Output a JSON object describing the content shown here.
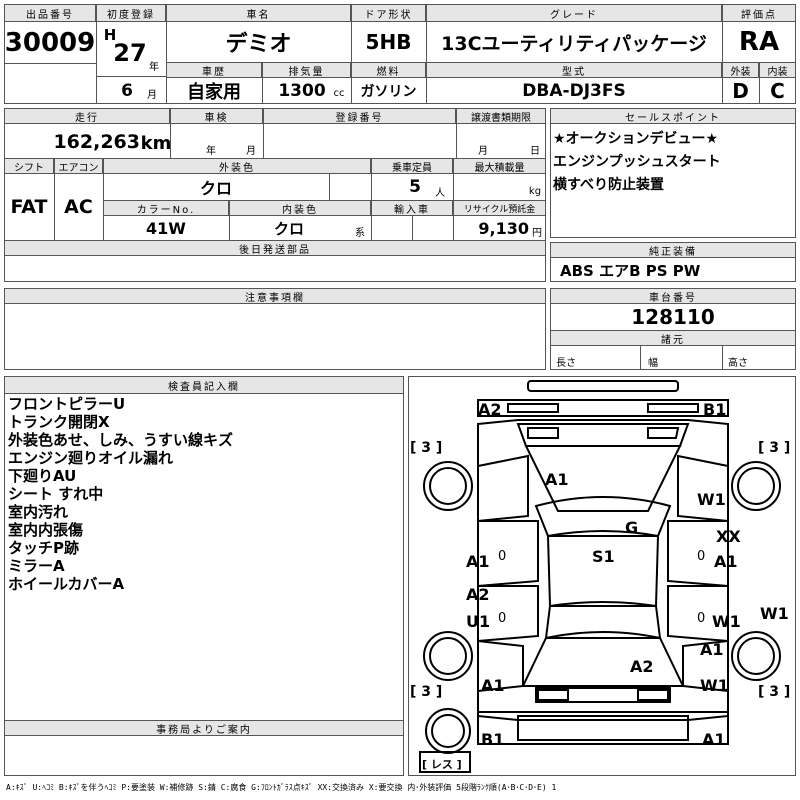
{
  "header": {
    "lot_label": "出品番号",
    "lot": "30009",
    "reg_label": "初度登録",
    "era": "H",
    "year": "27",
    "year_unit": "年",
    "month": "6",
    "month_unit": "月",
    "name_label": "車名",
    "name": "デミオ",
    "door_label": "ドア形状",
    "door": "5HB",
    "grade_label": "グレード",
    "grade": "13Cユーティリティパッケージ",
    "score_label": "評価点",
    "score": "RA",
    "history_label": "車歴",
    "history": "自家用",
    "disp_label": "排気量",
    "disp": "1300",
    "disp_unit": "cc",
    "fuel_label": "燃料",
    "fuel": "ガソリン",
    "model_label": "型式",
    "model": "DBA-DJ3FS",
    "ext_label": "外装",
    "ext": "D",
    "int_label": "内装",
    "int": "C"
  },
  "row2": {
    "mileage_label": "走行",
    "mileage": "162,263",
    "mileage_unit": "km",
    "inspection_label": "車検",
    "insp_year": "年",
    "insp_month": "月",
    "plate_label": "登録番号",
    "transfer_label": "譲渡書類期限",
    "transfer_month": "月",
    "transfer_day": "日",
    "shift_label": "シフト",
    "shift": "FAT",
    "ac_label": "エアコン",
    "ac": "AC",
    "color_label": "外装色",
    "color": "クロ",
    "cap_label": "乗車定員",
    "cap": "5",
    "cap_unit": "人",
    "load_label": "最大積載量",
    "load_unit": "kg",
    "colorno_label": "カラーNo.",
    "colorno": "41W",
    "intcolor_label": "内装色",
    "intcolor": "クロ",
    "intcolor_unit": "系",
    "import_label": "輸入車",
    "recycle_label": "リサイクル預託金",
    "recycle": "9,130",
    "recycle_unit": "円",
    "later_label": "後日発送部品"
  },
  "sales": {
    "label": "セールスポイント",
    "lines": [
      "★オークションデビュー★",
      "エンジンプッシュスタート",
      "横すべり防止装置"
    ]
  },
  "equip": {
    "label": "純正装備",
    "value": "ABS エアB PS PW"
  },
  "caution": {
    "label": "注意事項欄"
  },
  "chassis": {
    "label": "車台番号",
    "value": "128110",
    "dim_label": "諸元",
    "len": "長さ",
    "wid": "幅",
    "hgt": "高さ"
  },
  "inspector": {
    "label": "検査員記入欄",
    "lines": [
      "フロントピラーU",
      "トランク開閉X",
      "外装色あせ、しみ、うすい線キズ",
      "エンジン廻りオイル漏れ",
      "下廻りAU",
      "シート すれ中",
      "室内汚れ",
      "室内内張傷",
      "タッチP跡",
      "ミラーA",
      "ホイールカバーA"
    ]
  },
  "office": {
    "label": "事務局よりご案内"
  },
  "diagram": {
    "marks": {
      "a2_top": "A2",
      "b1_top": "B1",
      "tire_fl": "[ 3 ]",
      "tire_fr": "[ 3 ]",
      "a1_hood": "A1",
      "w1_front": "W1",
      "g_windshield": "G",
      "xx_right": "XX",
      "a1_left_front": "A1",
      "a1_right_front": "A1",
      "s1_roof": "S1",
      "a2_left": "A2",
      "u1_left": "U1",
      "w1_right_rear": "W1",
      "w1_side": "W1",
      "a1_right_rear": "A1",
      "a2_rear": "A2",
      "a1_left_rear": "A1",
      "w1_rear": "W1",
      "tire_rl": "[ 3 ]",
      "tire_rr": "[ 3 ]",
      "b1_bottom": "B1",
      "a1_bottom": "A1",
      "spare": "[ レス ]",
      "zero1": "0",
      "zero2": "0",
      "zero3": "0",
      "zero4": "0"
    }
  },
  "legend": "A:ｷｽﾞ U:ﾍｺﾐ B:ｷｽﾞを伴うﾍｺﾐ P:要塗装 W:補修跡 S:錆 C:腐食 G:ﾌﾛﾝﾄｶﾞﾗｽ点ｷｽﾞ XX:交換済み X:要交換  内･外装評価 5段階ﾗﾝｸ順(A･B･C･D･E) 1"
}
